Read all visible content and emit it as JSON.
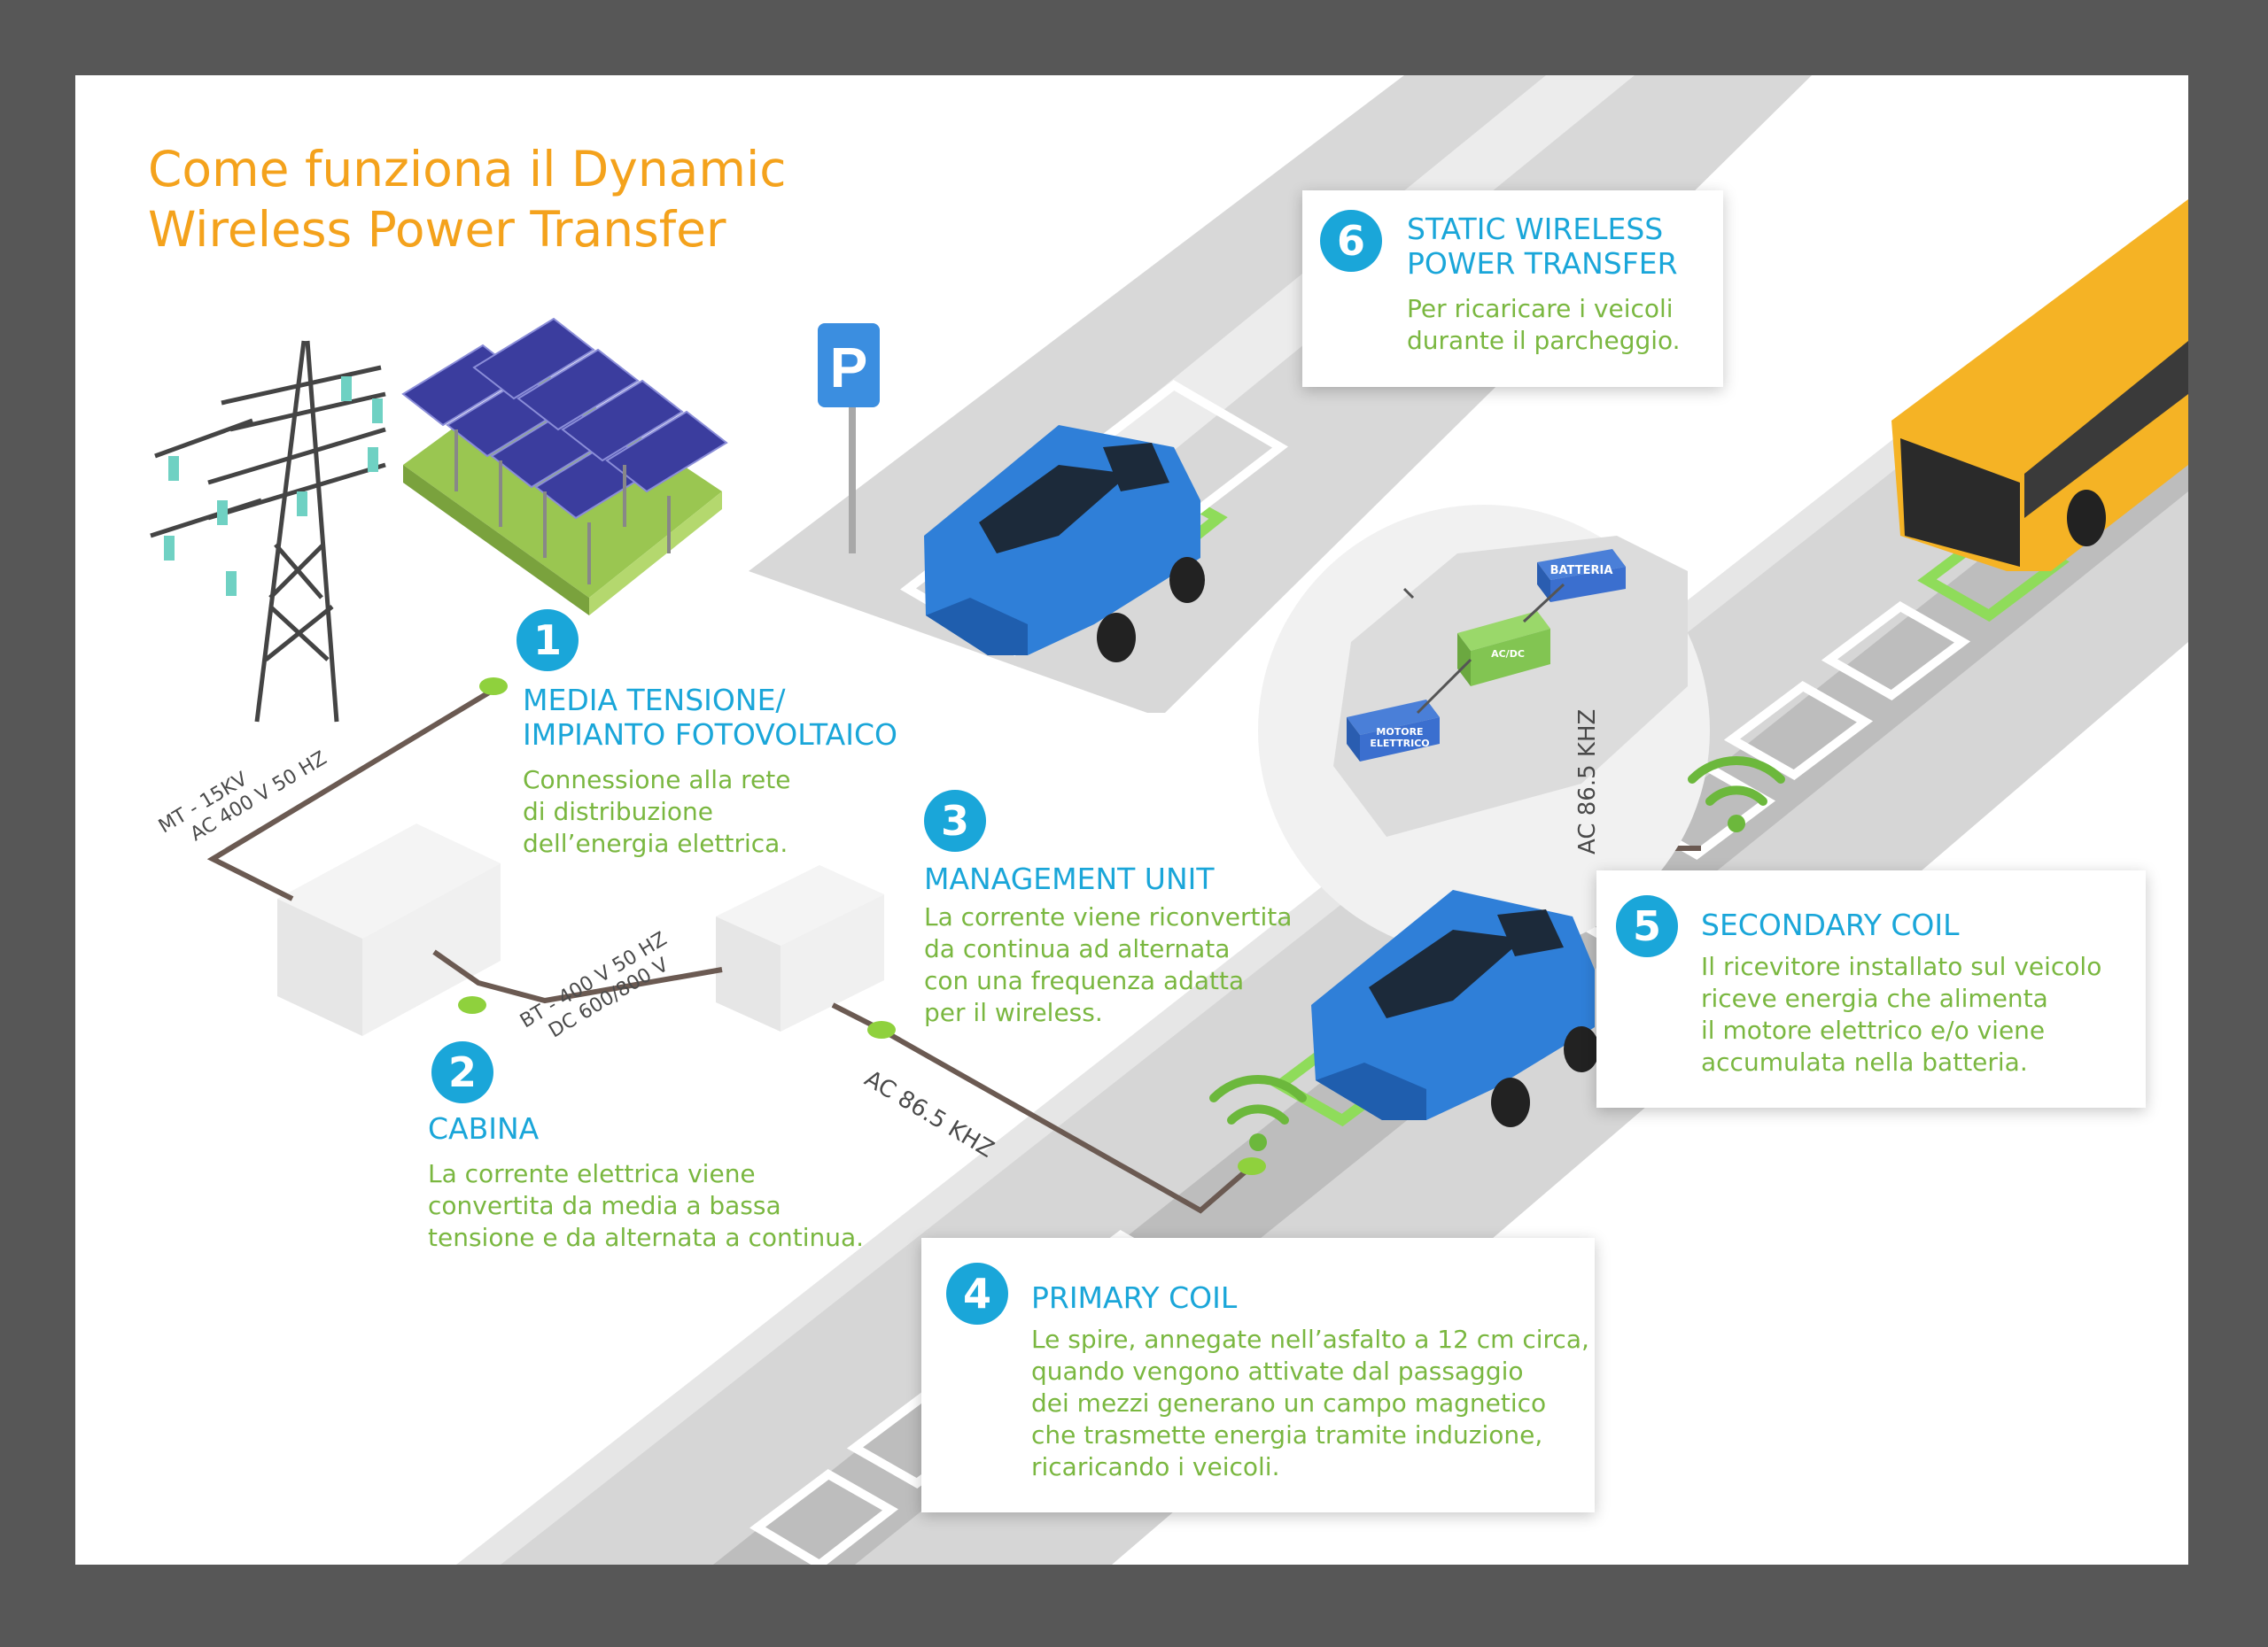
{
  "title": {
    "line1": "Come funziona il Dynamic",
    "line2": "Wireless Power Transfer"
  },
  "colors": {
    "accent_orange": "#f4a21c",
    "accent_blue": "#1aa6d9",
    "text_green": "#7ab740",
    "coil_green": "#8fdc5a",
    "car_blue": "#2f7fd8",
    "bus_yellow": "#f5b325",
    "road_gray": "#d9d9d9",
    "wire_brown": "#6b5a52"
  },
  "steps": [
    {
      "number": "1",
      "heading_lines": [
        "MEDIA TENSIONE/",
        "IMPIANTO FOTOVOLTAICO"
      ],
      "text_lines": [
        "Connessione alla rete",
        "di distribuzione",
        "dell’energia elettrica."
      ]
    },
    {
      "number": "2",
      "heading_lines": [
        "CABINA"
      ],
      "text_lines": [
        "La corrente elettrica viene",
        "convertita da media a bassa",
        "tensione e da alternata a continua."
      ]
    },
    {
      "number": "3",
      "heading_lines": [
        "MANAGEMENT UNIT"
      ],
      "text_lines": [
        "La corrente viene riconvertita",
        "da continua ad alternata",
        "con una frequenza adatta",
        "per il wireless."
      ]
    },
    {
      "number": "4",
      "heading_lines": [
        "PRIMARY COIL"
      ],
      "text_lines": [
        "Le spire, annegate nell’asfalto a 12 cm circa,",
        "quando vengono attivate dal passaggio",
        "dei mezzi generano un campo magnetico",
        "che trasmette energia tramite induzione,",
        "ricaricando i veicoli."
      ]
    },
    {
      "number": "5",
      "heading_lines": [
        "SECONDARY COIL"
      ],
      "text_lines": [
        "Il ricevitore installato sul veicolo",
        "riceve energia che alimenta",
        "il motore elettrico e/o viene",
        "accumulata nella batteria."
      ]
    },
    {
      "number": "6",
      "heading_lines": [
        "STATIC WIRELESS",
        "POWER TRANSFER"
      ],
      "text_lines": [
        "Per ricaricare i veicoli",
        "durante il parcheggio."
      ]
    }
  ],
  "wire_labels": {
    "mt_line1": "MT - 15KV",
    "mt_line2": "AC 400 V 50 HZ",
    "bt_line1": "BT - 400 V 50 HZ",
    "bt_line2": "DC 600/800 V",
    "ac_primary": "AC 86.5  KHZ",
    "ac_secondary": "AC 86.5  KHZ"
  },
  "car_components": {
    "battery": "BATTERIA",
    "converter": "AC/DC",
    "motor_line1": "MOTORE",
    "motor_line2": "ELETTRICO"
  },
  "icons": [
    "power-pylon-icon",
    "solar-panel-icon",
    "parking-sign-icon",
    "wifi-signal-icon"
  ]
}
